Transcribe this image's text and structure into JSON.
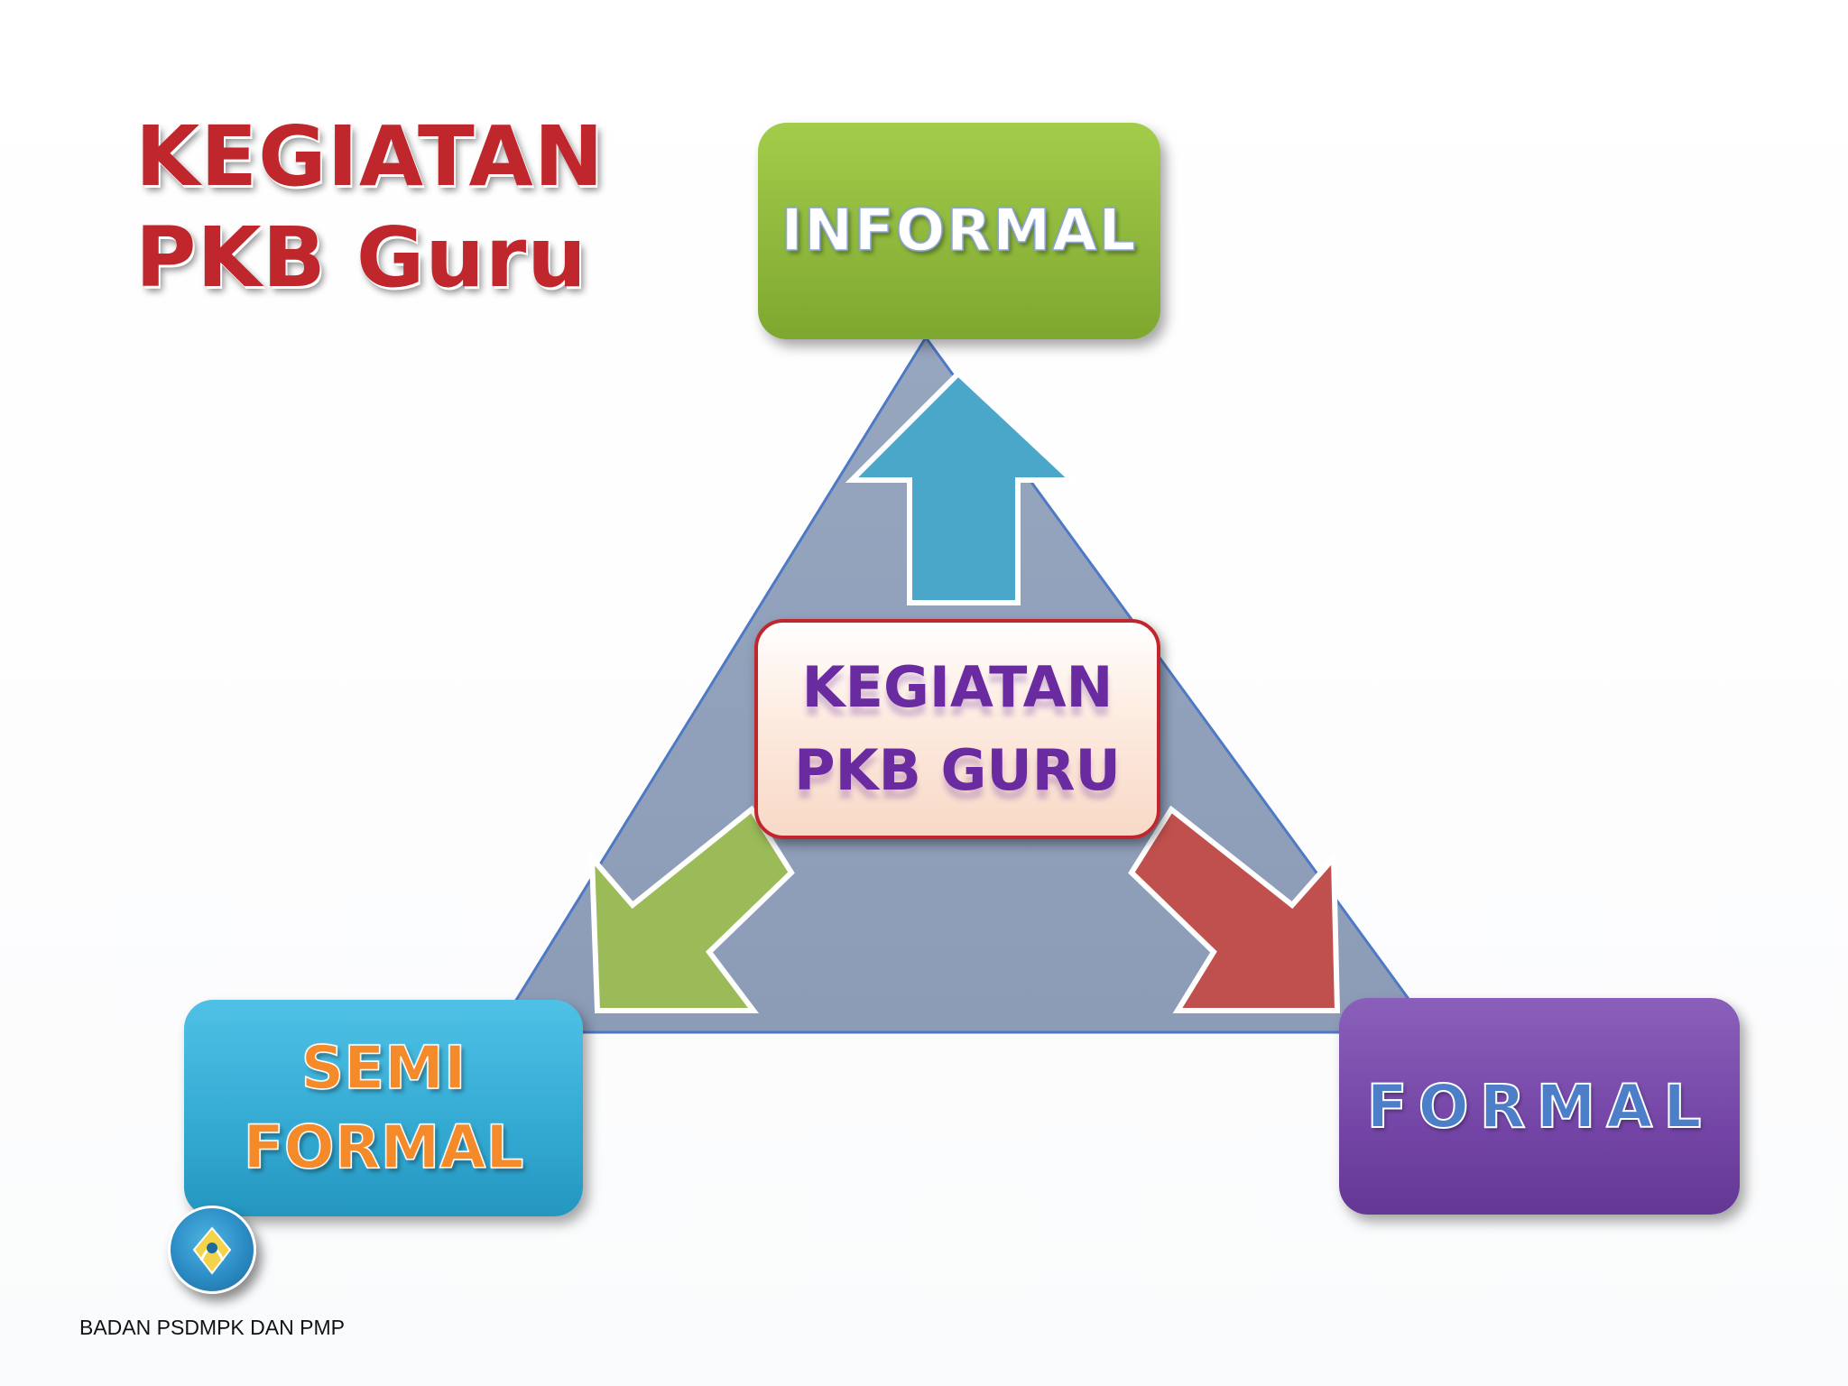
{
  "title": {
    "line1": "KEGIATAN",
    "line2": "PKB Guru"
  },
  "nodes": {
    "informal": {
      "label": "INFORMAL",
      "color": "#8fb83c"
    },
    "semi_formal": {
      "line1": "SEMI",
      "line2": "FORMAL",
      "color": "#33a9d2",
      "text_color": "#f58a2a"
    },
    "formal": {
      "label": "FORMAL",
      "color": "#7445a6",
      "text_color": "#4d7fc8"
    },
    "center": {
      "line1": "KEGIATAN",
      "line2": "PKB GURU",
      "text_color": "#6a2aa0",
      "border_color": "#c0272d"
    }
  },
  "arrows": [
    {
      "name": "arrow-up",
      "color": "#4aa7c9"
    },
    {
      "name": "arrow-down-left",
      "color": "#9bbb59"
    },
    {
      "name": "arrow-down-right",
      "color": "#c0504d"
    }
  ],
  "triangle": {
    "fill": "#8f9fba",
    "stroke": "#4e79c4"
  },
  "logo": {
    "icon": "tut-wuri-handayani-emblem-icon"
  },
  "footer": {
    "text": "BADAN PSDMPK DAN PMP"
  }
}
